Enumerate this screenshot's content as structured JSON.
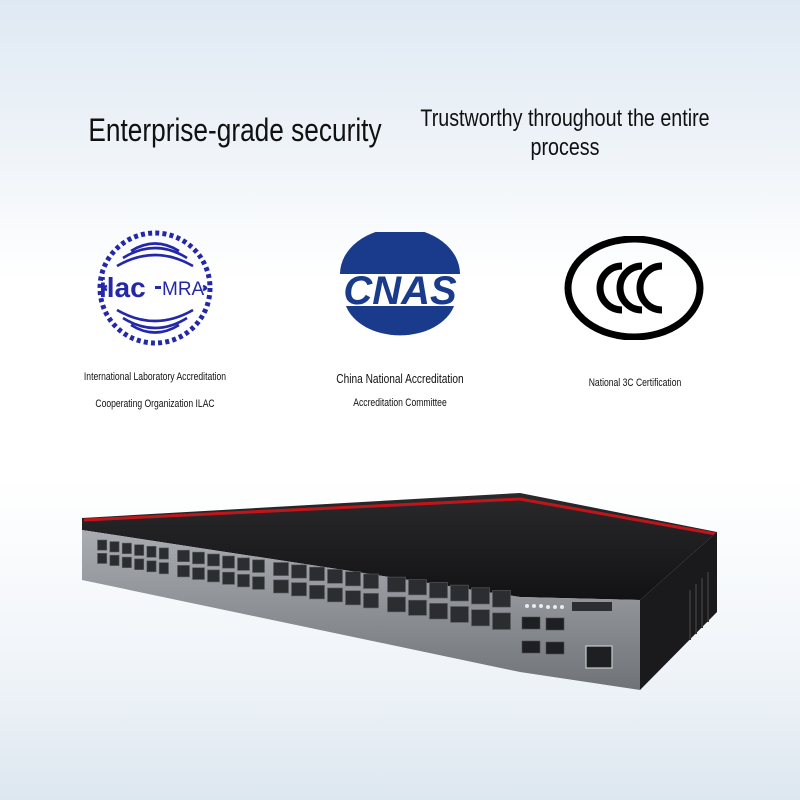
{
  "headlines": {
    "left": "Enterprise-grade security",
    "right_line1": "Trustworthy throughout the entire",
    "right_line2": "process"
  },
  "certifications": [
    {
      "logo": "ilac-mra-logo",
      "logo_text_left": "ilac",
      "logo_text_right": "MRA",
      "line1": "International Laboratory Accreditation",
      "line2": "Cooperating Organization ILAC"
    },
    {
      "logo": "cnas-logo",
      "logo_text": "CNAS",
      "line1": "China National Accreditation",
      "line2": "Accreditation Committee"
    },
    {
      "logo": "ccc-logo",
      "line1": "National 3C Certification"
    }
  ],
  "device": {
    "name": "network-switch",
    "colors": {
      "body": "#1c1c1e",
      "front_panel": "#8e9297",
      "accent_stripe": "#c0161b"
    }
  },
  "colors": {
    "ilac_blue": "#2327a8",
    "cnas_blue": "#1a3a8c",
    "ccc_black": "#000000"
  }
}
